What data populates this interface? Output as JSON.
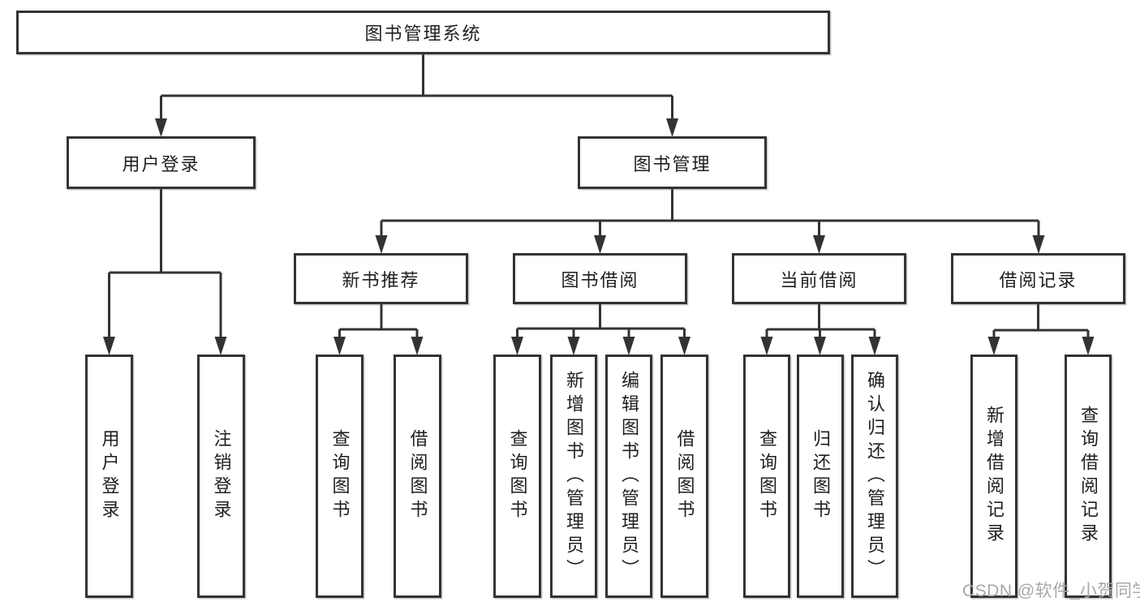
{
  "diagram": {
    "root": {
      "label": "图书管理系统"
    },
    "branches": [
      {
        "label": "用户登录",
        "children": [
          {
            "label": "用户登录"
          },
          {
            "label": "注销登录"
          }
        ]
      },
      {
        "label": "图书管理",
        "children": [
          {
            "label": "新书推荐",
            "children": [
              {
                "label": "查询图书"
              },
              {
                "label": "借阅图书"
              }
            ]
          },
          {
            "label": "图书借阅",
            "children": [
              {
                "label": "查询图书"
              },
              {
                "label": "新增图书（管理员）"
              },
              {
                "label": "编辑图书（管理员）"
              },
              {
                "label": "借阅图书"
              }
            ]
          },
          {
            "label": "当前借阅",
            "children": [
              {
                "label": "查询图书"
              },
              {
                "label": "归还图书"
              },
              {
                "label": "确认归还（管理员）"
              }
            ]
          },
          {
            "label": "借阅记录",
            "children": [
              {
                "label": "新增借阅记录"
              },
              {
                "label": "查询借阅记录"
              }
            ]
          }
        ]
      }
    ]
  },
  "watermark": {
    "text": "CSDN @软件_小贺同学"
  },
  "colors": {
    "line": "#333333",
    "box_border": "#333333",
    "box_fill": "#ffffff",
    "text": "#1f1f1f",
    "watermark": "#a8a8a8",
    "background": "#ffffff"
  }
}
